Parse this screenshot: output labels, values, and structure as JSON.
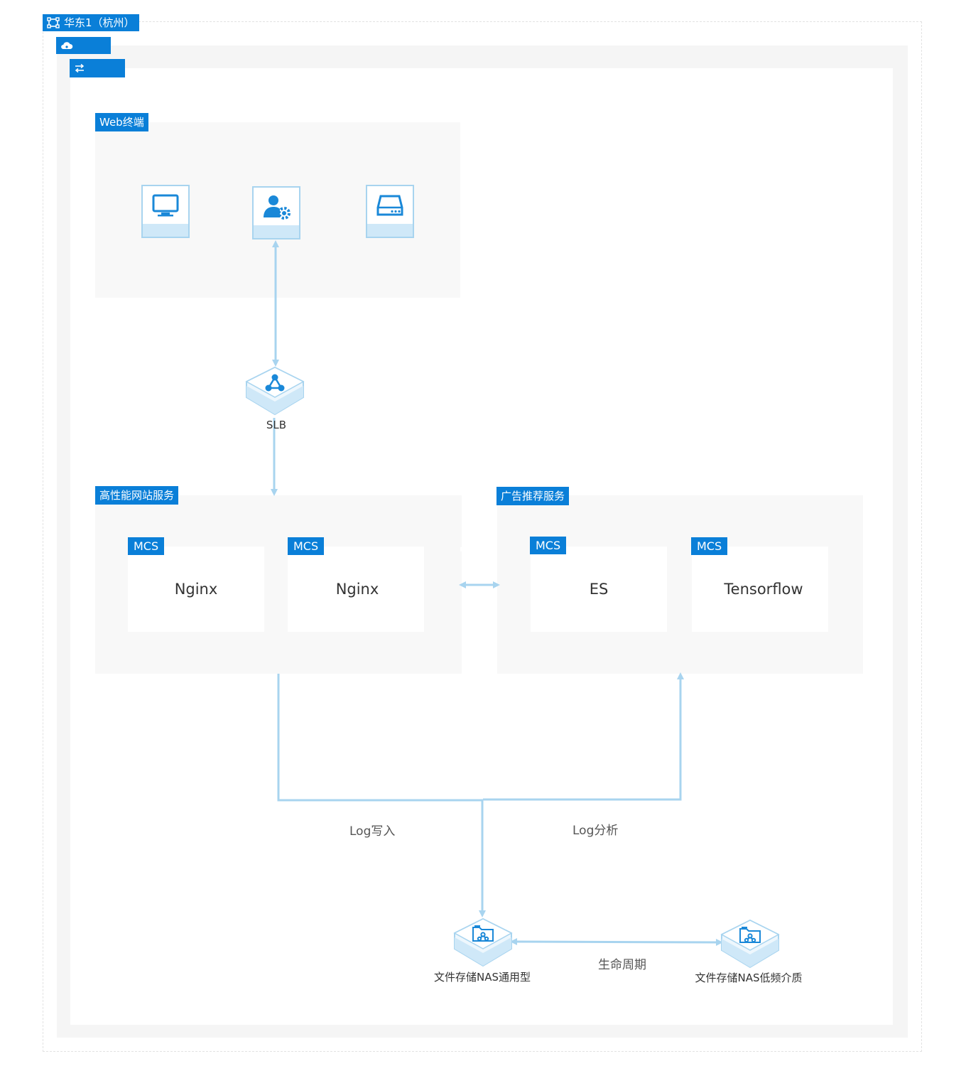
{
  "region": {
    "label": "华东1（杭州）"
  },
  "vpc": {
    "label": ""
  },
  "vswitch": {
    "label": ""
  },
  "web_group": {
    "label": "Web终端"
  },
  "slb": {
    "label": "SLB"
  },
  "web_service": {
    "label": "高性能网站服务",
    "nodes": [
      {
        "tag": "MCS",
        "name": "Nginx"
      },
      {
        "tag": "MCS",
        "name": "Nginx"
      }
    ]
  },
  "ad_service": {
    "label": "广告推荐服务",
    "nodes": [
      {
        "tag": "MCS",
        "name": "ES"
      },
      {
        "tag": "MCS",
        "name": "Tensorflow"
      }
    ]
  },
  "edges": {
    "log_write": "Log写入",
    "log_analyze": "Log分析",
    "lifecycle": "生命周期"
  },
  "nas_standard": {
    "label": "文件存储NAS通用型"
  },
  "nas_infrequent": {
    "label": "文件存储NAS低频介质"
  },
  "colors": {
    "accent": "#0a7fd8",
    "wire": "#a8d4ef",
    "icon_blue": "#1a88d8"
  }
}
